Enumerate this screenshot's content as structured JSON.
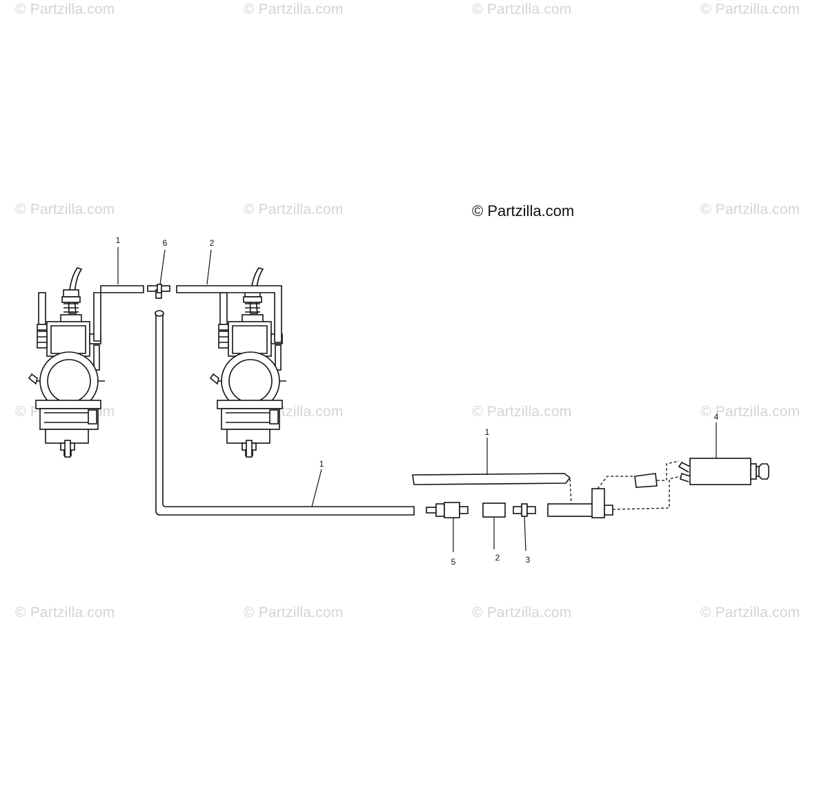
{
  "watermark": {
    "text": "© Partzilla.com",
    "main_text": "© Partzilla.com"
  },
  "callouts": {
    "c1_top": "1",
    "c6": "6",
    "c2_top": "2",
    "c1_right": "1",
    "c4": "4",
    "c1_mid": "1",
    "c5": "5",
    "c2_bot": "2",
    "c3": "3"
  }
}
